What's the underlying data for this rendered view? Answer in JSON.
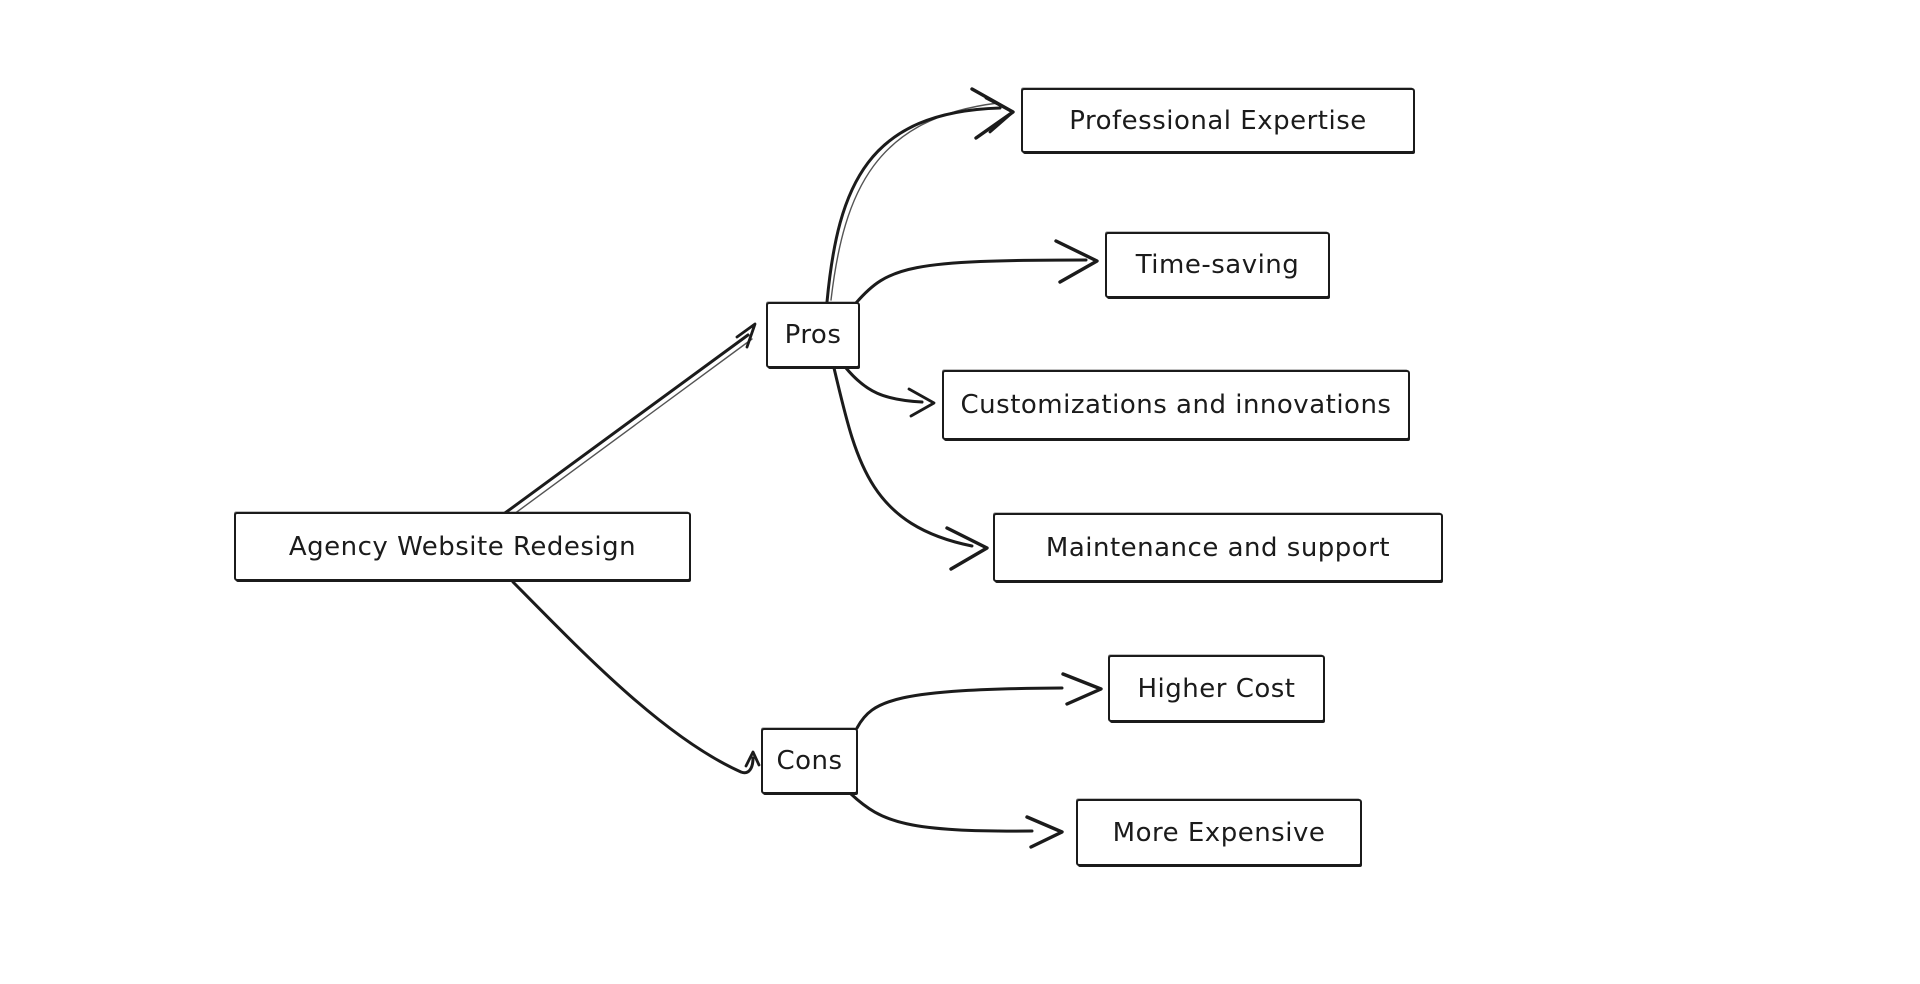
{
  "diagram": {
    "type": "mindmap",
    "background_color": "#ffffff",
    "stroke_color": "#1b1b1b",
    "node_fill_color": "#ffffff",
    "nodes": [
      {
        "id": "root",
        "label": "Agency Website Redesign"
      },
      {
        "id": "pros",
        "label": "Pros"
      },
      {
        "id": "cons",
        "label": "Cons"
      },
      {
        "id": "professional-expertise",
        "label": "Professional Expertise"
      },
      {
        "id": "time-saving",
        "label": "Time-saving"
      },
      {
        "id": "customizations-and-innovations",
        "label": "Customizations and innovations"
      },
      {
        "id": "maintenance-and-support",
        "label": "Maintenance and support"
      },
      {
        "id": "higher-cost",
        "label": "Higher Cost"
      },
      {
        "id": "more-expensive",
        "label": "More Expensive"
      }
    ],
    "edges": [
      {
        "from": "root",
        "to": "pros"
      },
      {
        "from": "root",
        "to": "cons"
      },
      {
        "from": "pros",
        "to": "professional-expertise"
      },
      {
        "from": "pros",
        "to": "time-saving"
      },
      {
        "from": "pros",
        "to": "customizations-and-innovations"
      },
      {
        "from": "pros",
        "to": "maintenance-and-support"
      },
      {
        "from": "cons",
        "to": "higher-cost"
      },
      {
        "from": "cons",
        "to": "more-expensive"
      }
    ]
  }
}
